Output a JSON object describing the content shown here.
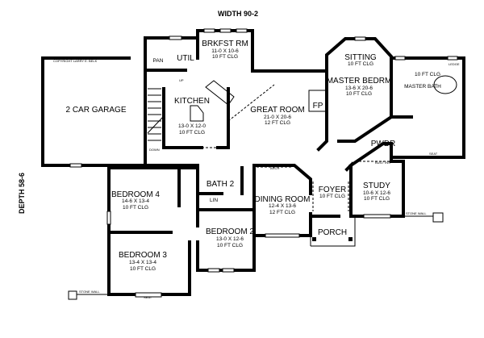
{
  "plan": {
    "width_label": "WIDTH 90-2",
    "depth_label": "DEPTH 58-6",
    "copyright": "COPYRIGHT LARRY E. BELK",
    "rooms": [
      {
        "name": "BRKFST RM",
        "size": "11-0 X 10-6",
        "ceiling": "10 FT CLG"
      },
      {
        "name": "UTIL"
      },
      {
        "name": "PAN"
      },
      {
        "name": "2 CAR GARAGE"
      },
      {
        "name": "KITCHEN",
        "size": "13-0 X 12-0",
        "ceiling": "10 FT CLG"
      },
      {
        "name": "GREAT ROOM",
        "size": "21-0 X 20-6",
        "ceiling": "12 FT CLG"
      },
      {
        "name": "SITTING",
        "ceiling": "10 FT CLG"
      },
      {
        "name": "MASTER BEDRM",
        "size": "13-6 X 20-6",
        "ceiling": "10 FT CLG"
      },
      {
        "name": "MASTER BATH",
        "ceiling": "10 FT CLG"
      },
      {
        "name": "FP"
      },
      {
        "name": "PWDR"
      },
      {
        "name": "BEDROOM 4",
        "size": "14-6 X 13-4",
        "ceiling": "10 FT CLG"
      },
      {
        "name": "BATH 2"
      },
      {
        "name": "LIN"
      },
      {
        "name": "BEDROOM 2",
        "size": "13-0 X 12-6",
        "ceiling": "10 FT CLG"
      },
      {
        "name": "DINING ROOM",
        "size": "12-4 X 13-6",
        "ceiling": "12 FT CLG"
      },
      {
        "name": "FOYER",
        "ceiling": "10 FT CLG"
      },
      {
        "name": "STUDY",
        "size": "10-6 X 12-6",
        "ceiling": "10 FT CLG"
      },
      {
        "name": "PORCH"
      },
      {
        "name": "BEDROOM 3",
        "size": "13-4 X 13-4",
        "ceiling": "10 FT CLG"
      }
    ],
    "notes": {
      "up": "UP",
      "down": "DOWN",
      "ledge": "LEDGE",
      "seat": "SEAT",
      "built_ins": "BUILT INS",
      "stone_wall": "STONE WALL",
      "arch": "ARCH"
    }
  }
}
